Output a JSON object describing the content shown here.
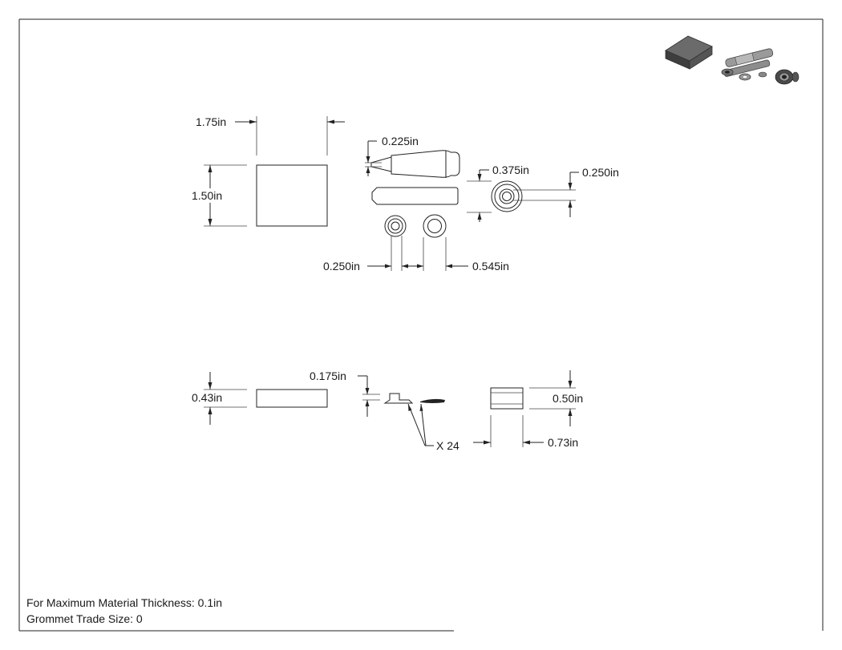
{
  "dimensions": {
    "block_width": "1.75in",
    "block_height": "1.50in",
    "punch_tip": "0.225in",
    "grommet_inner": "0.375in",
    "grommet_hole": "0.250in",
    "washer_inner": "0.250in",
    "washer_outer": "0.545in",
    "block_thickness": "0.43in",
    "washer_thickness": "0.175in",
    "quantity": "X 24",
    "ring_height": "0.50in",
    "ring_width": "0.73in"
  },
  "notes": {
    "max_thickness": "For Maximum Material Thickness: 0.1in",
    "trade_size": "Grommet Trade Size: 0"
  },
  "colors": {
    "line": "#222222",
    "block_fill": "#4a4a4a",
    "metal": "#8a8a8a"
  }
}
